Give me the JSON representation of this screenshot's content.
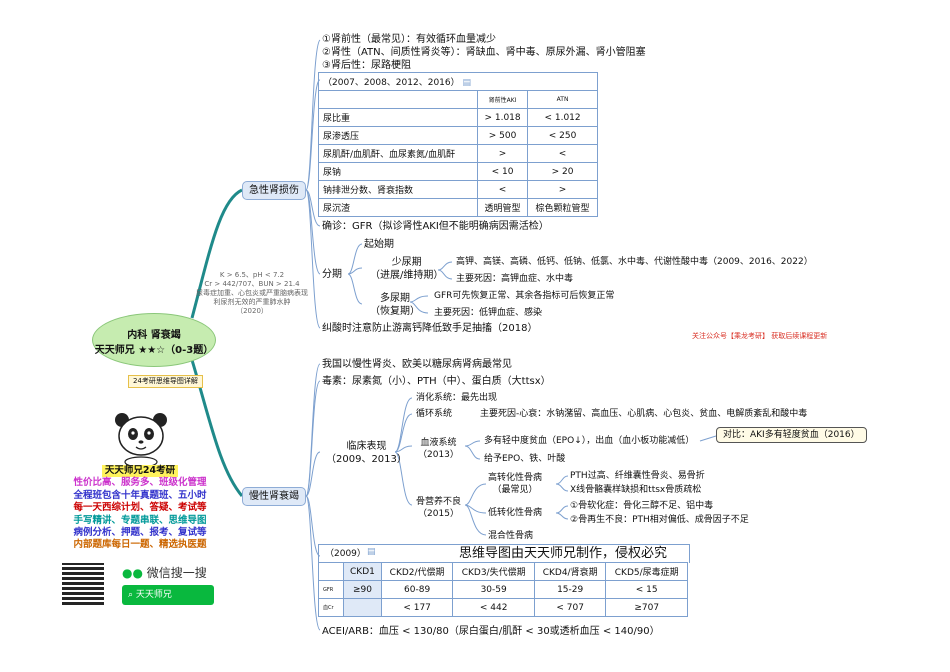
{
  "root": {
    "title": "内科 肾衰竭",
    "subtitle": "天天师兄 ★★☆（0-3题）"
  },
  "badge": "24考研思维导图详解",
  "left_note": [
    "K > 6.5、pH < 7.2",
    "Cr > 442/707、BUN > 21.4",
    "尿毒症加重、心包炎或严重脑病表现",
    "利尿剂无效的严重肺水肿",
    "（2020）"
  ],
  "promo": {
    "title": "天天师兄24考研",
    "lines": [
      "性价比高、服务多、班级化管理",
      "全程班包含十年真题班、五小时",
      "每一天西综计划、答疑、考试等",
      "手写精讲、专题串联、思维导图",
      "病例分析、押题、报考、复试等",
      "内部题库每日一题、精选执医题"
    ],
    "colors": [
      "#cc33cc",
      "#3333cc",
      "#cc0000",
      "#009999",
      "#3333cc",
      "#cc6600"
    ]
  },
  "wechat": {
    "label": "微信搜一搜",
    "search": "天天师兄"
  },
  "ad_note": "关注公众号【乘龙考研】 获取后续课程更新",
  "branch_aki": {
    "label": "急性肾损伤"
  },
  "branch_ckd": {
    "label": "慢性肾衰竭"
  },
  "aki": {
    "types": [
      "①肾前性（最常见）：有效循环血量减少",
      "②肾性（ATN、间质性肾炎等）：肾缺血、肾中毒、原尿外漏、肾小管阻塞",
      "③肾后性：尿路梗阻"
    ],
    "table_year": "（2007、2008、2012、2016）",
    "table_head": [
      "",
      "肾前性AKI",
      "ATN"
    ],
    "table_rows": [
      [
        "尿比重",
        "> 1.018",
        "< 1.012"
      ],
      [
        "尿渗透压",
        "> 500",
        "< 250"
      ],
      [
        "尿肌酐/血肌酐、血尿素氮/血肌酐",
        ">",
        "<"
      ],
      [
        "尿钠",
        "< 10",
        "> 20"
      ],
      [
        "钠排泄分数、肾衰指数",
        "<",
        ">"
      ],
      [
        "尿沉渣",
        "透明管型",
        "棕色颗粒管型"
      ]
    ],
    "diagnosis": "确诊：GFR（拟诊肾性AKI但不能明确病因需活检）",
    "staging": "分期",
    "stage1": "起始期",
    "stage2": "少尿期",
    "stage2_sub": "（进展/维持期）",
    "stage2_a": "高钾、高镁、高磷、低钙、低钠、低氯、水中毒、代谢性酸中毒（2009、2016、2022）",
    "stage2_b": "主要死因：高钾血症、水中毒",
    "stage3": "多尿期",
    "stage3_sub": "（恢复期）",
    "stage3_a": "GFR可先恢复正常、其余各指标可后恢复正常",
    "stage3_b": "主要死因：低钾血症、感染",
    "acidosis": "纠酸时注意防止游离钙降低致手足抽搐（2018）"
  },
  "ckd": {
    "line1": "我国以慢性肾炎、欧美以糖尿病肾病最常见",
    "line2": "毒素：尿素氮（小）、PTH（中）、蛋白质（大ttsx）",
    "clinical": "临床表现",
    "clinical_year": "（2009、2013）",
    "digest": "消化系统：最先出现",
    "circ": "循环系统",
    "circ_text": "主要死因-心衰：水钠潴留、高血压、心肌病、心包炎、贫血、电解质紊乱和酸中毒",
    "blood": "血液系统",
    "blood_year": "（2013）",
    "blood_a": "多有轻中度贫血（EPO↓），出血（血小板功能减低）",
    "blood_b": "给予EPO、铁、叶酸",
    "callout": "对比：AKI多有轻度贫血（2016）",
    "bone": "骨营养不良",
    "bone_year": "（2015）",
    "bone_high": "高转化性骨病",
    "bone_high_sub": "（最常见）",
    "bone_high_a": "PTH过高、纤维囊性骨炎、易骨折",
    "bone_high_b": "X线骨骼囊样缺损和ttsx骨质疏松",
    "bone_low": "低转化性骨病",
    "bone_low_a": "①骨软化症：骨化三醇不足、铝中毒",
    "bone_low_b": "②骨再生不良：PTH相对偏低、成骨因子不足",
    "bone_mixed": "混合性骨病",
    "stage_year": "（2009）",
    "copyright": "思维导图由天天师兄制作，侵权必究",
    "stage_head": [
      "",
      "CKD1",
      "CKD2/代偿期",
      "CKD3/失代偿期",
      "CKD4/肾衰期",
      "CKD5/尿毒症期"
    ],
    "stage_gfr": [
      "GFR",
      "≥90",
      "60-89",
      "30-59",
      "15-29",
      "< 15"
    ],
    "stage_cr": [
      "血Cr",
      "",
      "< 177",
      "< 442",
      "< 707",
      "≥707"
    ],
    "acei": "ACEI/ARB：血压 < 130/80（尿白蛋白/肌酐 < 30或透析血压 < 140/90）"
  }
}
